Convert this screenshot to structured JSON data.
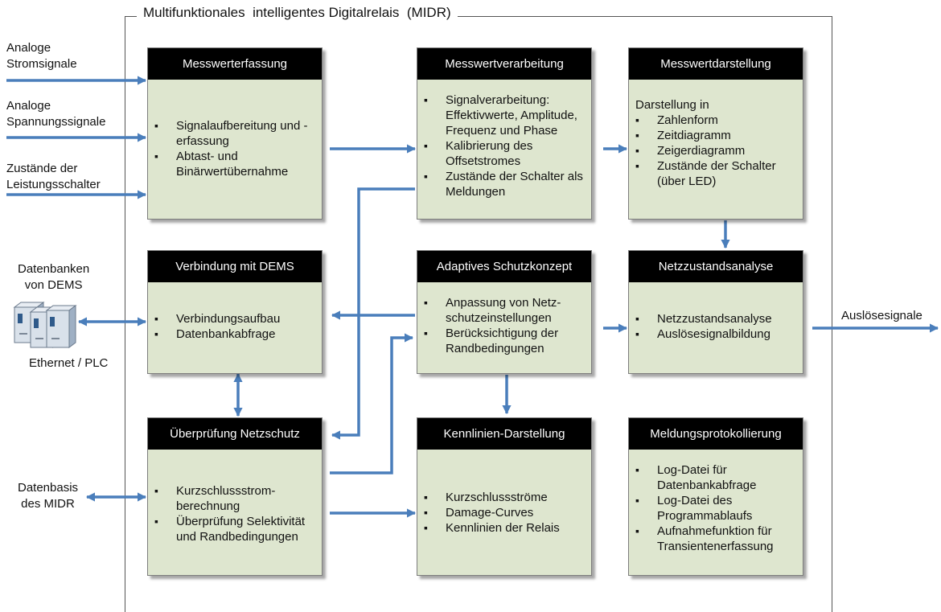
{
  "title": "Multifunktionales  intelligentes Digitalrelais  (MIDR)",
  "colors": {
    "arrow": "#4a7ebb",
    "header_bg": "#000000",
    "block_bg": "#dee6cf"
  },
  "inputs": {
    "analog_current": [
      "Analoge",
      "Stromsignale"
    ],
    "analog_voltage": [
      "Analoge",
      "Spannungssignale"
    ],
    "breaker_states": [
      "Zustände der",
      "Leistungsschalter"
    ],
    "databases": [
      "Datenbanken",
      "von DEMS"
    ],
    "ethernet": "Ethernet / PLC",
    "database_midr": [
      "Datenbasis",
      "des MIDR"
    ]
  },
  "output": "Auslösesignale",
  "blocks": {
    "messwerterfassung": {
      "title": "Messwerterfassung",
      "items": [
        "Signalaufbereitung und -erfassung",
        "Abtast- und Binärwertübernahme"
      ]
    },
    "messwertverarbeitung": {
      "title": "Messwertverarbeitung",
      "items": [
        "Signalverarbeitung: Effektivwerte, Amplitude, Frequenz und Phase",
        "Kalibrierung des Offsetstromes",
        "Zustände der Schalter als Meldungen"
      ]
    },
    "messwertdarstellung": {
      "title": "Messwertdarstellung",
      "intro": "Darstellung in",
      "items": [
        "Zahlenform",
        "Zeitdiagramm",
        "Zeigerdiagramm",
        "Zustände der Schalter (über LED)"
      ]
    },
    "verbindung": {
      "title": "Verbindung mit DEMS",
      "items": [
        "Verbindungsaufbau",
        "Datenbankabfrage"
      ]
    },
    "adaptiv": {
      "title": "Adaptives Schutzkonzept",
      "items": [
        "Anpassung von Netz-schutzeinstellungen",
        "Berücksichtigung der Randbedingungen"
      ]
    },
    "netzzustand": {
      "title": "Netzzustandsanalyse",
      "items": [
        "Netzzustandsanalyse",
        "Auslösesignalbildung"
      ]
    },
    "ueberpruefung": {
      "title": "Überprüfung Netzschutz",
      "items": [
        "Kurzschlussstrom-berechnung",
        "Überprüfung Selektivität und Randbedingungen"
      ]
    },
    "kennlinien": {
      "title": "Kennlinien-Darstellung",
      "items": [
        "Kurzschlussströme",
        "Damage-Curves",
        "Kennlinien der Relais"
      ]
    },
    "meldung": {
      "title": "Meldungsprotokollierung",
      "items": [
        "Log-Datei für Datenbankabfrage",
        "Log-Datei des Programmablaufs",
        "Aufnahmefunktion für Transientenerfassung"
      ]
    }
  }
}
